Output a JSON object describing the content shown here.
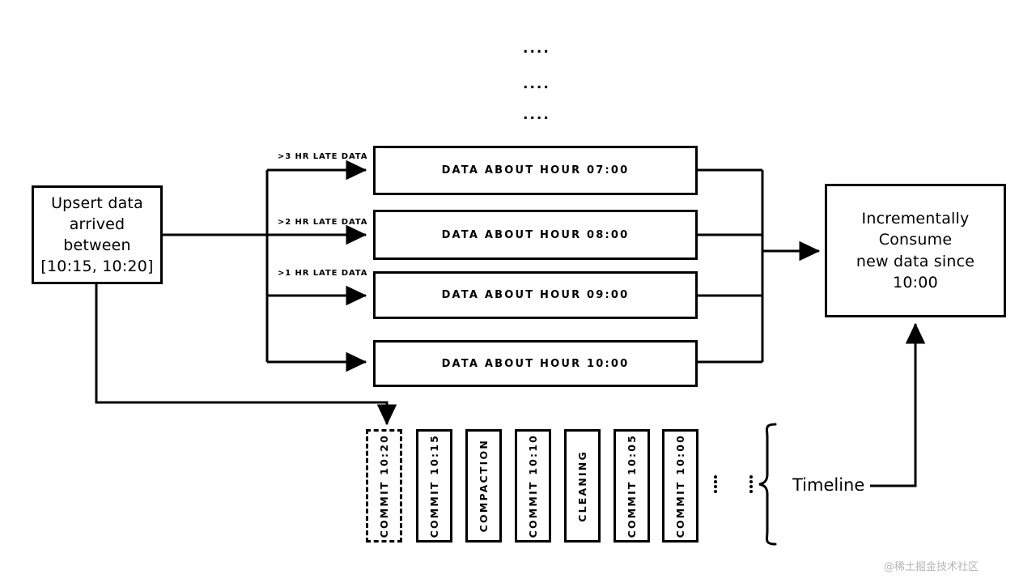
{
  "diagram": {
    "title_dots": [
      "....",
      "....",
      "...."
    ],
    "source_box": {
      "line1": "Upsert data",
      "line2": "arrived between",
      "line3": "[10:15, 10:20]"
    },
    "late_data_labels": [
      ">3 HR LATE DATA",
      ">2 HR LATE DATA",
      ">1 HR LATE DATA"
    ],
    "hour_partitions": [
      "DATA ABOUT HOUR 07:00",
      "DATA ABOUT HOUR 08:00",
      "DATA ABOUT HOUR 09:00",
      "DATA ABOUT HOUR 10:00"
    ],
    "consumer_box": {
      "line1": "Incrementally Consume",
      "line2": "new data since 10:00"
    },
    "timeline": {
      "label": "Timeline",
      "entries": [
        {
          "label": "COMMIT 10:20",
          "style": "dashed"
        },
        {
          "label": "COMMIT 10:15",
          "style": "solid"
        },
        {
          "label": "COMPACTION",
          "style": "solid"
        },
        {
          "label": "COMMIT 10:10",
          "style": "solid"
        },
        {
          "label": "CLEANING",
          "style": "solid"
        },
        {
          "label": "COMMIT 10:05",
          "style": "solid"
        },
        {
          "label": "COMMIT 10:00",
          "style": "solid"
        }
      ],
      "ellipsis_columns": 2
    },
    "watermark": "@稀土掘金技术社区",
    "colors": {
      "stroke": "#000000",
      "background": "#ffffff",
      "watermark": "#b6b6b6"
    }
  }
}
